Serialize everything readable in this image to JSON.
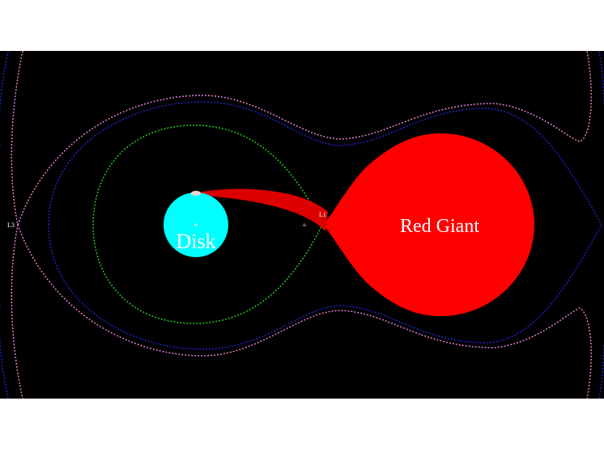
{
  "labels": {
    "disk": "Disk",
    "red_giant": "Red Giant",
    "l1": "L1",
    "l3": "L3"
  },
  "colors": {
    "background": "#000000",
    "disk": "#00ffff",
    "giant": "#ff0000",
    "roche_lobe": "#22cc22",
    "inner_contour": "#2222cc",
    "outer_contour": "#e080d0",
    "text": "#ffffff"
  }
}
